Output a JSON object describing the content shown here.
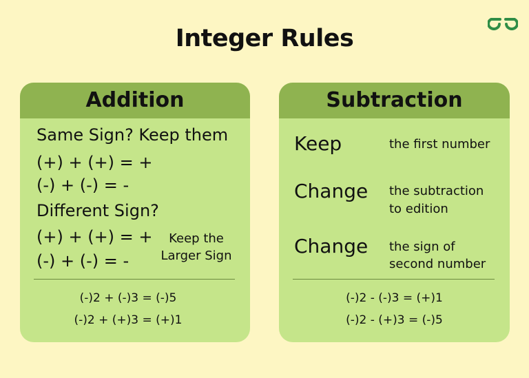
{
  "title": "Integer Rules",
  "logo": {
    "icon": "gfg-logo-icon",
    "color": "#2f8d46"
  },
  "colors": {
    "background": "#fdf6c3",
    "card": "#c5e58a",
    "card_header": "#8fb350"
  },
  "addition": {
    "header": "Addition",
    "same_sign": "Same Sign? Keep them",
    "same_rule_1": "(+) + (+) = +",
    "same_rule_2": "(-) + (-) = -",
    "diff_sign": "Different Sign?",
    "diff_rule_1": "(+) + (+) = +",
    "diff_rule_2": "(-) + (-) = -",
    "diff_note_line1": "Keep the",
    "diff_note_line2": "Larger Sign",
    "example_1": "(-)2 + (-)3 = (-)5",
    "example_2": "(-)2 + (+)3 = (+)1"
  },
  "subtraction": {
    "header": "Subtraction",
    "step_1_word": "Keep",
    "step_1_desc": "the first number",
    "step_2_word": "Change",
    "step_2_desc_line1": "the subtraction",
    "step_2_desc_line2": "to edition",
    "step_3_word": "Change",
    "step_3_desc_line1": "the sign of",
    "step_3_desc_line2": "second number",
    "example_1": "(-)2 - (-)3 = (+)1",
    "example_2": "(-)2 - (+)3 = (-)5"
  }
}
